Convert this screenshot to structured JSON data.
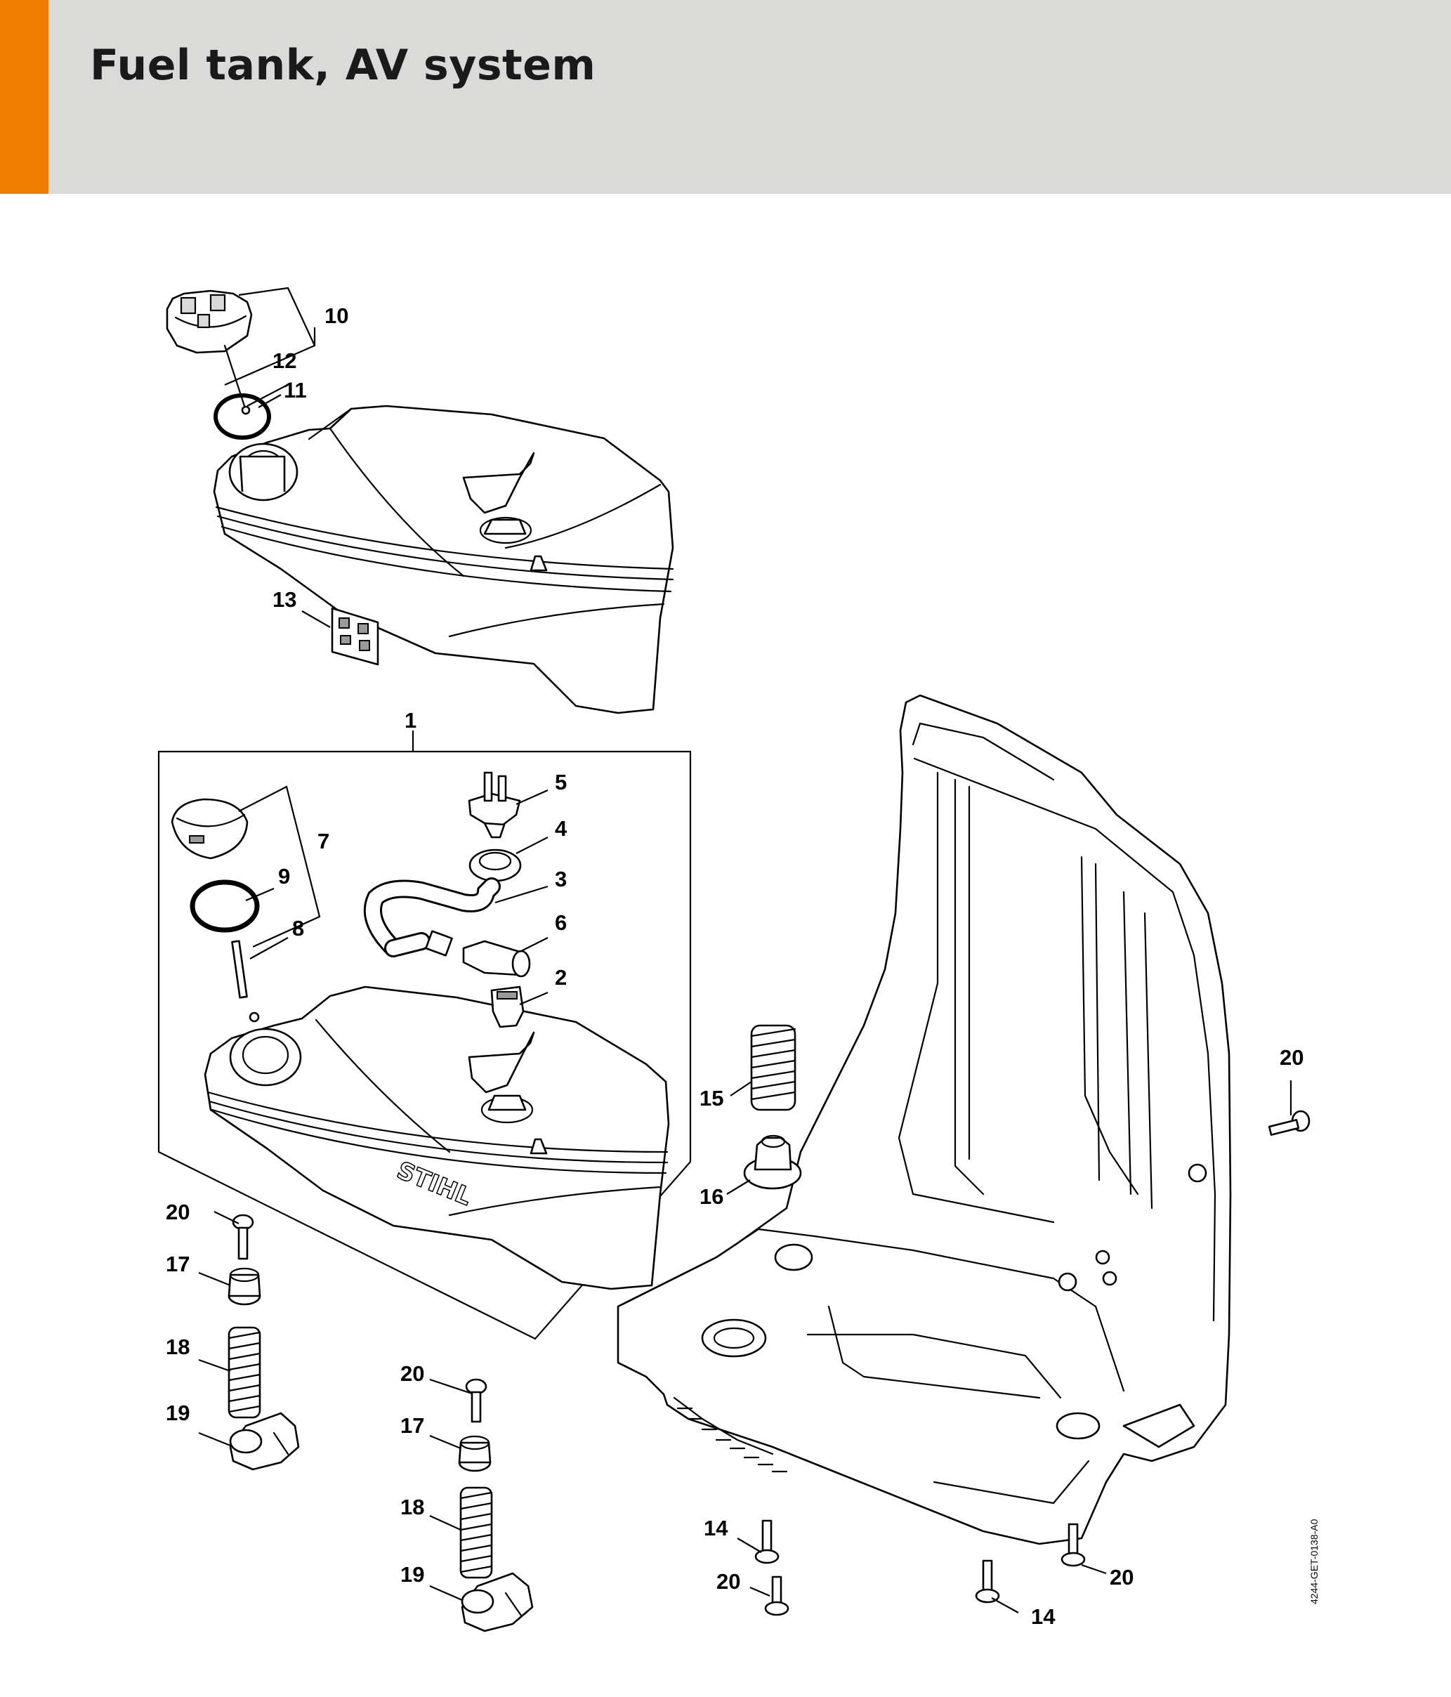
{
  "title": "Fuel tank, AV system",
  "colors": {
    "accent": "#f07c00",
    "header_bg": "#dadbd9"
  },
  "drawing_code": "4244-GET-0138-A0",
  "callouts": {
    "c10": "10",
    "c12": "12",
    "c11": "11",
    "c13": "13",
    "c1": "1",
    "c5": "5",
    "c4": "4",
    "c3": "3",
    "c6": "6",
    "c2": "2",
    "c7": "7",
    "c9": "9",
    "c8": "8",
    "c15": "15",
    "c16": "16",
    "c20a": "20",
    "c17a": "17",
    "c18a": "18",
    "c19a": "19",
    "c20b": "20",
    "c17b": "17",
    "c18b": "18",
    "c19b": "19",
    "c20c": "20",
    "c14a": "14",
    "c20d": "20",
    "c14b": "14",
    "c20e": "20"
  },
  "icons": [
    "fuel-cap-icon",
    "o-ring-icon",
    "fuel-tank-icon",
    "warning-label-icon",
    "backplate-frame-icon",
    "spring-icon",
    "annular-buffer-icon",
    "screw-icon",
    "fuel-filter-icon",
    "fuel-hose-icon",
    "grommet-icon",
    "valve-icon"
  ]
}
